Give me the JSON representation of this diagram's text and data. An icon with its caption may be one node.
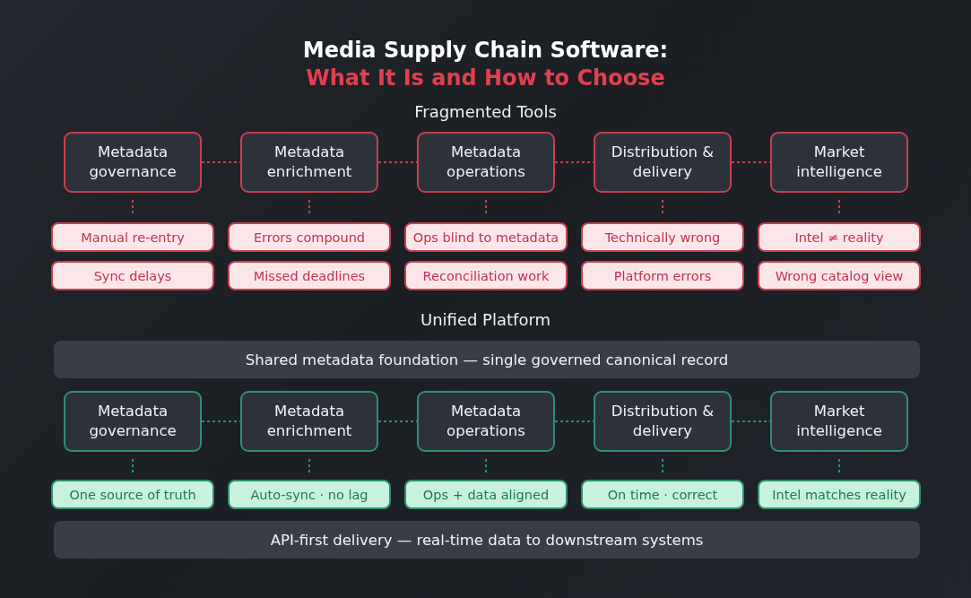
{
  "diagram": {
    "title": "Media Supply Chain Software:",
    "nodes": [
      {
        "text": [
          "Metadata governance"
        ]
      },
      {
        "text": [
          "Metadata enrichment"
        ]
      },
      {
        "text": [
          "Metadata operations"
        ]
      },
      {
        "text": [
          "Distribution & delivery"
        ]
      },
      {
        "text": [
          "Market intelligence"
        ]
      },
      {
        "text": [
          "Manual re-entry"
        ]
      },
      {
        "text": [
          "Errors compound"
        ]
      },
      {
        "text": [
          "Ops blind to metadata"
        ]
      },
      {
        "text": [
          "Technically wrong"
        ]
      },
      {
        "text": [
          "Intel ≠ reality"
        ]
      },
      {
        "text": [
          "Sync delays"
        ]
      },
      {
        "text": [
          "Missed deadlines"
        ]
      },
      {
        "text": [
          "Reconciliation work"
        ]
      },
      {
        "text": [
          "Platform errors"
        ]
      },
      {
        "text": [
          "Wrong catalog view"
        ]
      },
      {
        "text": [
          "Shared metadata foundation — single governed canonical record"
        ]
      },
      {
        "text": [
          "Metadata governance"
        ]
      },
      {
        "text": [
          "Metadata enrichment"
        ]
      },
      {
        "text": [
          "Metadata operations"
        ]
      },
      {
        "text": [
          "Distribution & delivery"
        ]
      },
      {
        "text": [
          "Market intelligence"
        ]
      },
      {
        "text": [
          "One source of truth"
        ]
      },
      {
        "text": [
          "Auto-sync · no lag"
        ]
      },
      {
        "text": [
          "Ops + data aligned"
        ]
      },
      {
        "text": [
          "On time · correct"
        ]
      },
      {
        "text": [
          "Intel matches reality"
        ]
      },
      {
        "text": [
          "API-first delivery — real-time data to downstream systems"
        ]
      }
    ],
    "edges": [
      {
        "from": 0,
        "to": 1,
        "arrow": "none",
        "style": "dashed",
        "color": "#c8404f"
      },
      {
        "from": 1,
        "to": 2,
        "arrow": "none",
        "style": "dashed",
        "color": "#c8404f"
      },
      {
        "from": 2,
        "to": 3,
        "arrow": "none",
        "style": "dashed",
        "color": "#c8404f"
      },
      {
        "from": 3,
        "to": 4,
        "arrow": "none",
        "style": "dashed",
        "color": "#c8404f"
      },
      {
        "from": 0,
        "to": 5,
        "arrow": "none",
        "style": "dashed",
        "color": "#c8404f"
      },
      {
        "from": 1,
        "to": 6,
        "arrow": "none",
        "style": "dashed",
        "color": "#c8404f"
      },
      {
        "from": 2,
        "to": 7,
        "arrow": "none",
        "style": "dashed",
        "color": "#c8404f"
      },
      {
        "from": 3,
        "to": 8,
        "arrow": "none",
        "style": "dashed",
        "color": "#c8404f"
      },
      {
        "from": 4,
        "to": 9,
        "arrow": "none",
        "style": "dashed",
        "color": "#c8404f"
      },
      {
        "from": 16,
        "to": 17,
        "arrow": "none",
        "style": "dashed",
        "color": "#2f8f74"
      },
      {
        "from": 17,
        "to": 18,
        "arrow": "none",
        "style": "dashed",
        "color": "#2f8f74"
      },
      {
        "from": 18,
        "to": 19,
        "arrow": "none",
        "style": "dashed",
        "color": "#2f8f74"
      },
      {
        "from": 19,
        "to": 20,
        "arrow": "none",
        "style": "dashed",
        "color": "#2f8f74"
      },
      {
        "from": 16,
        "to": 21,
        "arrow": "none",
        "style": "dashed",
        "color": "#2f8f74"
      },
      {
        "from": 17,
        "to": 22,
        "arrow": "none",
        "style": "dashed",
        "color": "#2f8f74"
      },
      {
        "from": 18,
        "to": 23,
        "arrow": "none",
        "style": "dashed",
        "color": "#2f8f74"
      },
      {
        "from": 19,
        "to": 24,
        "arrow": "none",
        "style": "dashed",
        "color": "#2f8f74"
      },
      {
        "from": 20,
        "to": 25,
        "arrow": "none",
        "style": "dashed",
        "color": "#2f8f74"
      }
    ],
    "labels": [
      "What It Is and How to Choose",
      "Fragmented Tools",
      "Unified Platform"
    ]
  }
}
